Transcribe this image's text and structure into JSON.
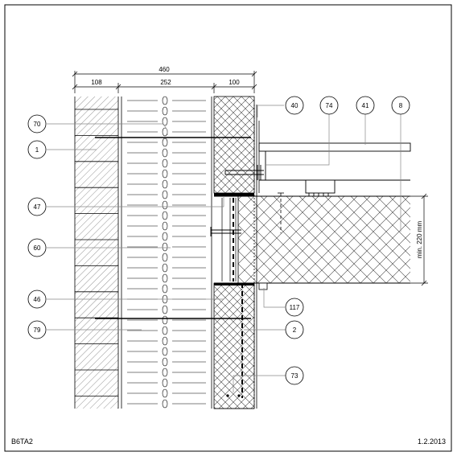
{
  "drawing": {
    "code": "B6TA2",
    "date": "1.2.2013",
    "dimensions": {
      "total": "460",
      "outer_leaf": "108",
      "insulation": "252",
      "inner_leaf": "100",
      "slab": "min. 220 mm"
    },
    "callouts": {
      "c40": "40",
      "c74": "74",
      "c41": "41",
      "c8": "8",
      "c70": "70",
      "c1": "1",
      "c47": "47",
      "c60": "60",
      "c46": "46",
      "c117": "117",
      "c79": "79",
      "c2": "2",
      "c73": "73"
    }
  },
  "colors": {
    "line": "#000000",
    "hatch": "#555555",
    "leader": "#777777",
    "background": "#ffffff"
  }
}
